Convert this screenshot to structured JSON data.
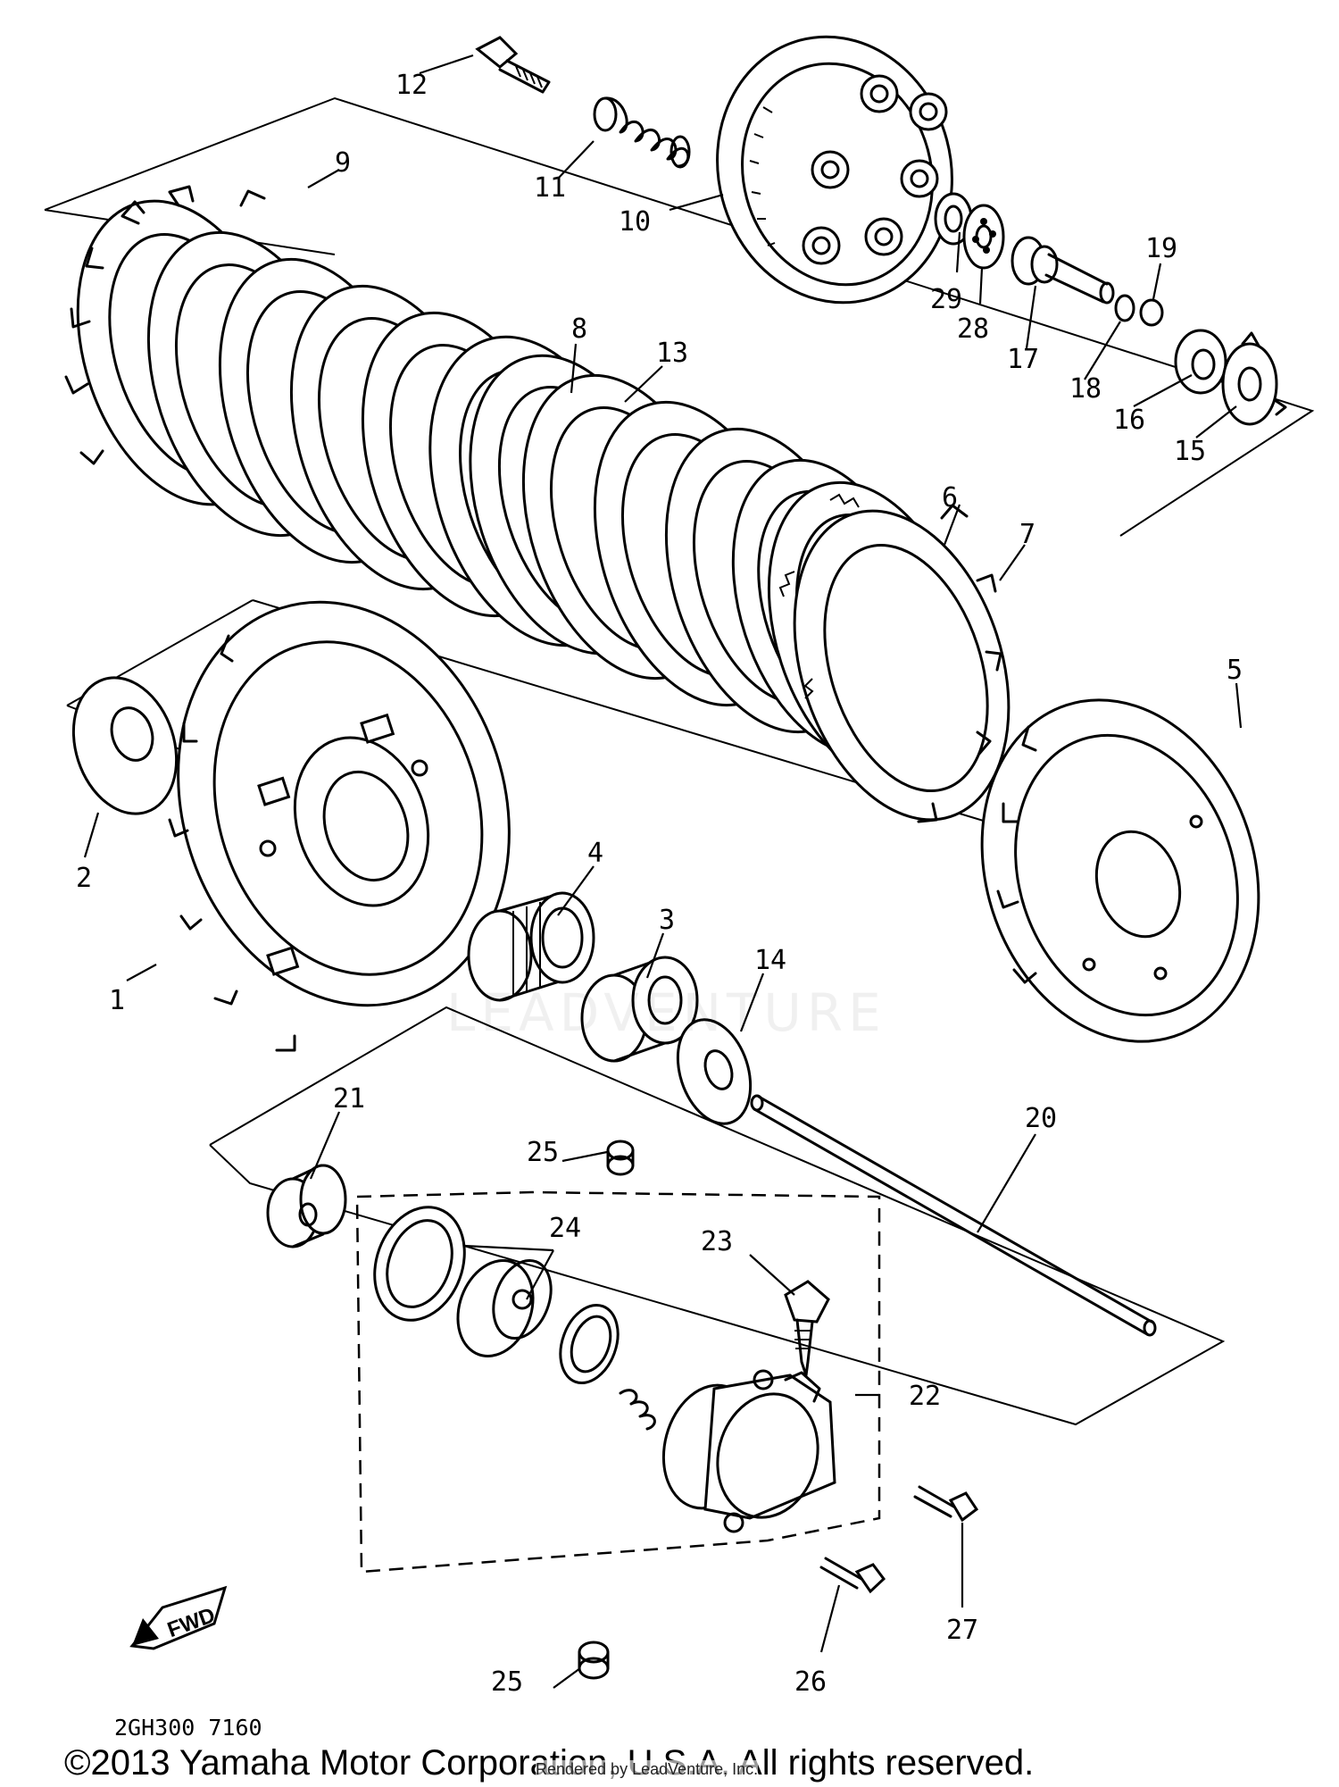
{
  "diagram": {
    "callouts": [
      "1",
      "2",
      "3",
      "4",
      "5",
      "6",
      "7",
      "8",
      "9",
      "10",
      "11",
      "12",
      "13",
      "14",
      "15",
      "16",
      "17",
      "18",
      "19",
      "20",
      "21",
      "22",
      "23",
      "24",
      "25",
      "25",
      "26",
      "27",
      "28",
      "29"
    ],
    "fwd_label": "FWD",
    "drawing_code": "2GH300 7160",
    "copyright": "©2013 Yamaha Motor Corporation, U.S.A. All rights reserved.",
    "rendered_by": "Rendered by LeadVenture, Inc.",
    "watermark": "LEADVENTURE"
  }
}
